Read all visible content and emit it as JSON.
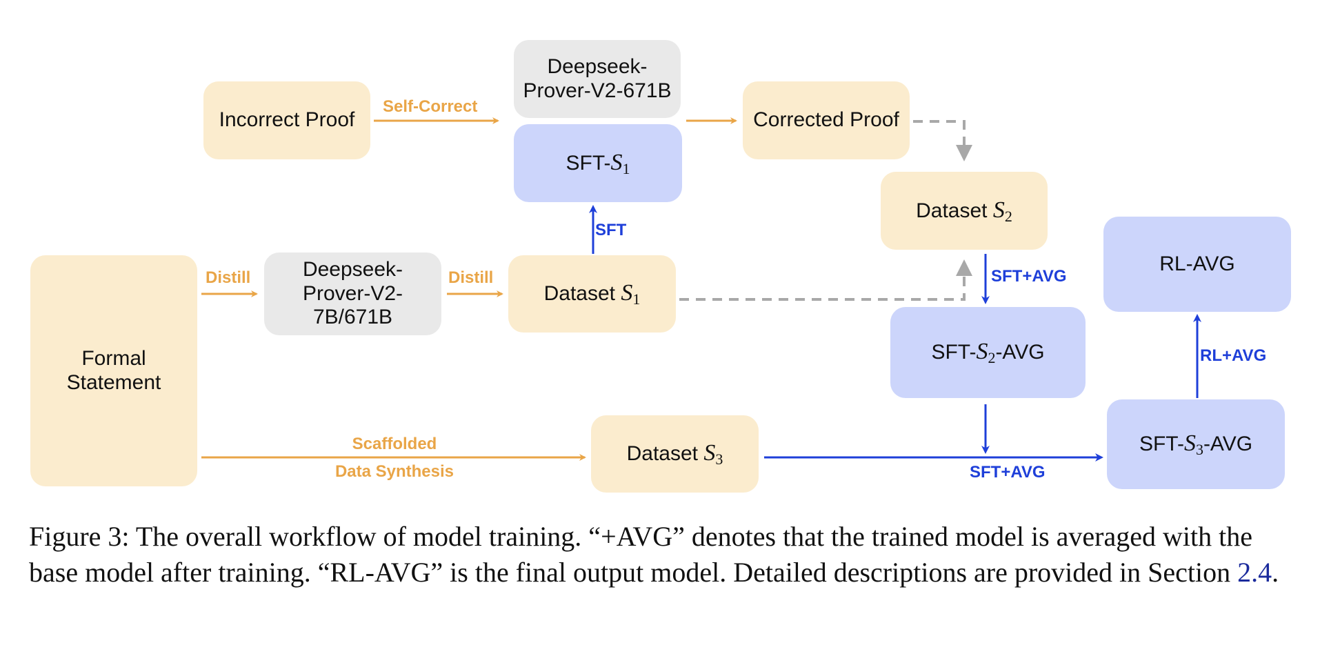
{
  "nodes": {
    "incorrect_proof": "Incorrect Proof",
    "prover_671b": "Deepseek-\nProver-V2-671B",
    "sft_s1": {
      "prefix": "SFT-",
      "var": "S",
      "sub": "1",
      "suffix": ""
    },
    "corrected_proof": "Corrected Proof",
    "dataset_s2": {
      "prefix": "Dataset ",
      "var": "S",
      "sub": "2",
      "suffix": ""
    },
    "rl_avg": "RL-AVG",
    "formal_statement": "Formal\nStatement",
    "prover_7b_671b": "Deepseek-\nProver-V2-\n7B/671B",
    "dataset_s1": {
      "prefix": "Dataset ",
      "var": "S",
      "sub": "1",
      "suffix": ""
    },
    "sft_s2_avg": {
      "prefix": "SFT-",
      "var": "S",
      "sub": "2",
      "suffix": "-AVG"
    },
    "dataset_s3": {
      "prefix": "Dataset ",
      "var": "S",
      "sub": "3",
      "suffix": ""
    },
    "sft_s3_avg": {
      "prefix": "SFT-",
      "var": "S",
      "sub": "3",
      "suffix": "-AVG"
    }
  },
  "edge_labels": {
    "self_correct": "Self-Correct",
    "distill_1": "Distill",
    "distill_2": "Distill",
    "sft": "SFT",
    "sft_avg_1": "SFT+AVG",
    "sft_avg_2": "SFT+AVG",
    "rl_avg": "RL+AVG",
    "scaffolded_1": "Scaffolded",
    "scaffolded_2": "Data Synthesis"
  },
  "colors": {
    "data_box": "#fbecce",
    "model_box": "#e9e9e9",
    "trained_box": "#ccd5fb",
    "orange_arrow": "#e9a547",
    "blue_arrow": "#1e3fd9",
    "gray_dashed": "#a8a8a8"
  },
  "caption": {
    "before": "Figure 3: The overall workflow of model training. “+AVG” denotes that the trained model is averaged with the base model after training. “RL-AVG” is the final output model. Detailed descriptions are provided in Section ",
    "ref": "2.4",
    "after": "."
  }
}
